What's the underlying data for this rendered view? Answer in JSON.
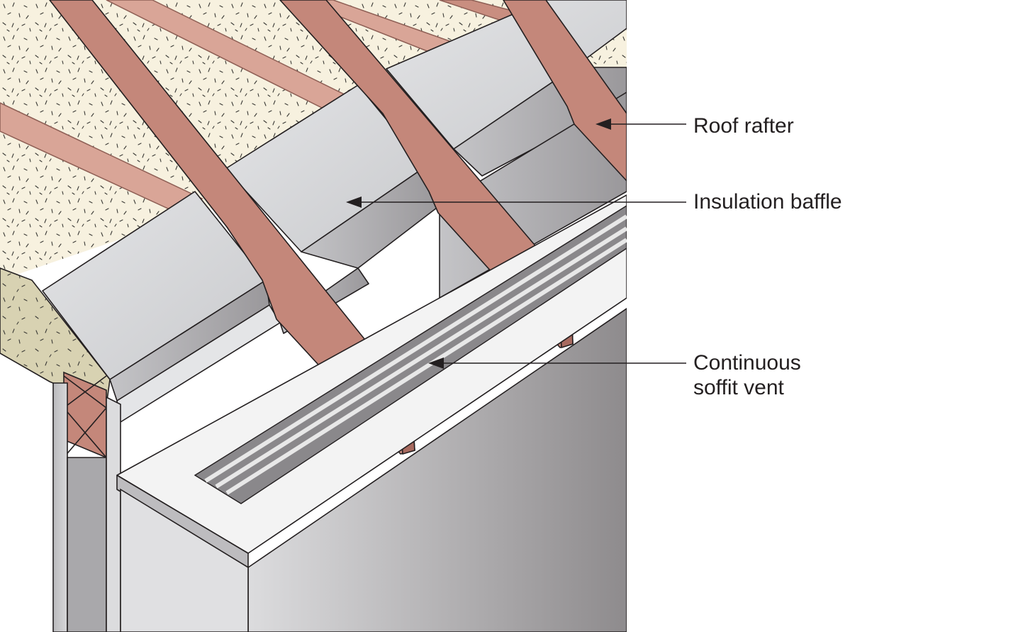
{
  "callouts": {
    "roof_rafter": "Roof rafter",
    "insulation_baffle": "Insulation baffle",
    "soffit_vent_line1": "Continuous",
    "soffit_vent_line2": "soffit vent"
  },
  "colors": {
    "rafter": "#c4877a",
    "rafter_dark": "#a86a5f",
    "rafter_light": "#d9a597",
    "insulation": "#f7f1df",
    "insulation_shadow": "#d8d2b2",
    "baffle_light": "#dcdde0",
    "baffle_mid": "#c7c8cb",
    "baffle_dark": "#9d9b9e",
    "soffit_top": "#f2f2f2",
    "vent_slot": "#7a787b",
    "fascia_light": "#d2d2d4",
    "fascia_dark": "#8e8b8d",
    "outline": "#231f20"
  },
  "icons": [
    "arrowhead-icon"
  ]
}
